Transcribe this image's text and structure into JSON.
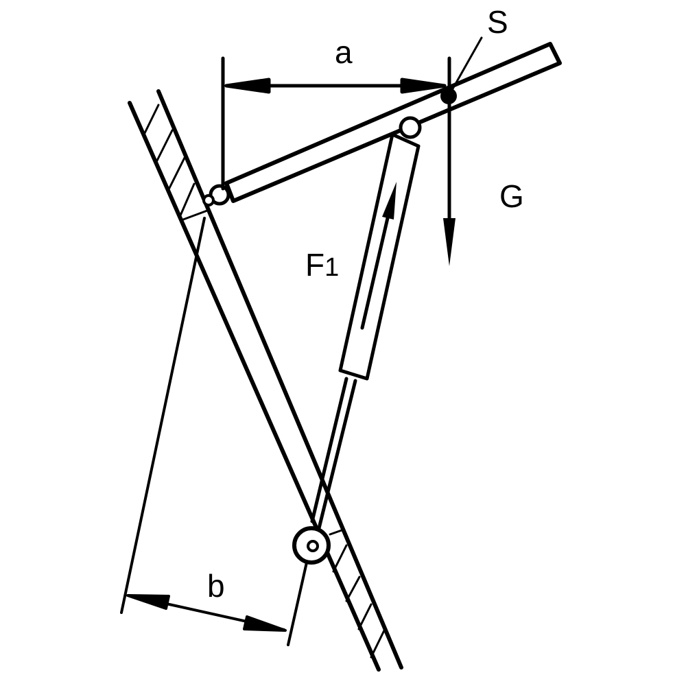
{
  "diagram": {
    "labels": {
      "a": "a",
      "b": "b",
      "s": "S",
      "g": "G",
      "f1_main": "F",
      "f1_sub": "1"
    },
    "colors": {
      "ink": "#000000",
      "paper": "#ffffff"
    }
  }
}
